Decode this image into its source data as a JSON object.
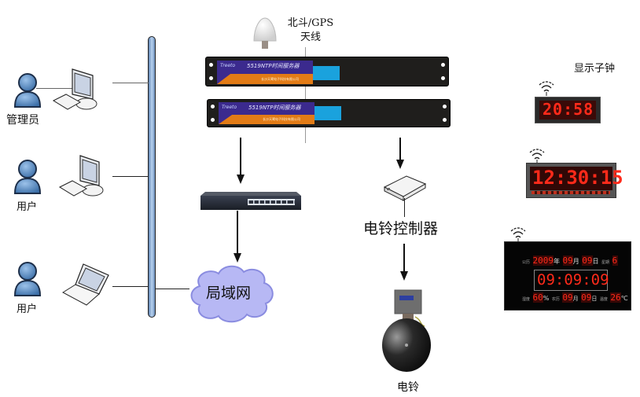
{
  "antenna": {
    "label_line1": "北斗/GPS",
    "label_line2": "天线"
  },
  "servers": [
    {
      "brand": "Treeto",
      "model": "5519NTP时间服务器",
      "company": "长沙天鹭电子科技有限公司"
    },
    {
      "brand": "Treeto",
      "model": "5519NTP时间服务器",
      "company": "长沙天鹭电子科技有限公司"
    }
  ],
  "users": [
    {
      "label": "管理员",
      "device": "desktop"
    },
    {
      "label": "用户",
      "device": "desktop"
    },
    {
      "label": "用户",
      "device": "laptop"
    }
  ],
  "network": {
    "switch_label": "",
    "lan_label": "局域网"
  },
  "bell": {
    "controller_label": "电铃控制器",
    "bell_label": "电铃"
  },
  "clocks": {
    "title": "显示子钟",
    "small": {
      "time": "20:58"
    },
    "medium": {
      "time": "12:30:15"
    },
    "large": {
      "row1": {
        "solar_label": "公历",
        "year": "2009",
        "year_unit": "年",
        "month": "09",
        "month_unit": "月",
        "day": "09",
        "day_unit": "日",
        "weekday_label": "星期",
        "weekday": "6"
      },
      "time": "09:09:09",
      "row3": {
        "humidity_label": "湿度",
        "humidity": "60",
        "humidity_unit": "%",
        "lunar_label": "农历",
        "lunar_month": "09",
        "lunar_month_unit": "月",
        "lunar_day": "09",
        "lunar_day_unit": "日",
        "temp_label": "温度",
        "temp": "26",
        "temp_unit": "℃"
      }
    }
  },
  "colors": {
    "led_red": "#ff2a1a",
    "bus_blue": "#9dbde0",
    "lan_cloud": "#b7b8f4",
    "server_lcd": "#1aa2dd",
    "plate_purple": "#3b2a8e",
    "plate_orange": "#e27b16"
  }
}
